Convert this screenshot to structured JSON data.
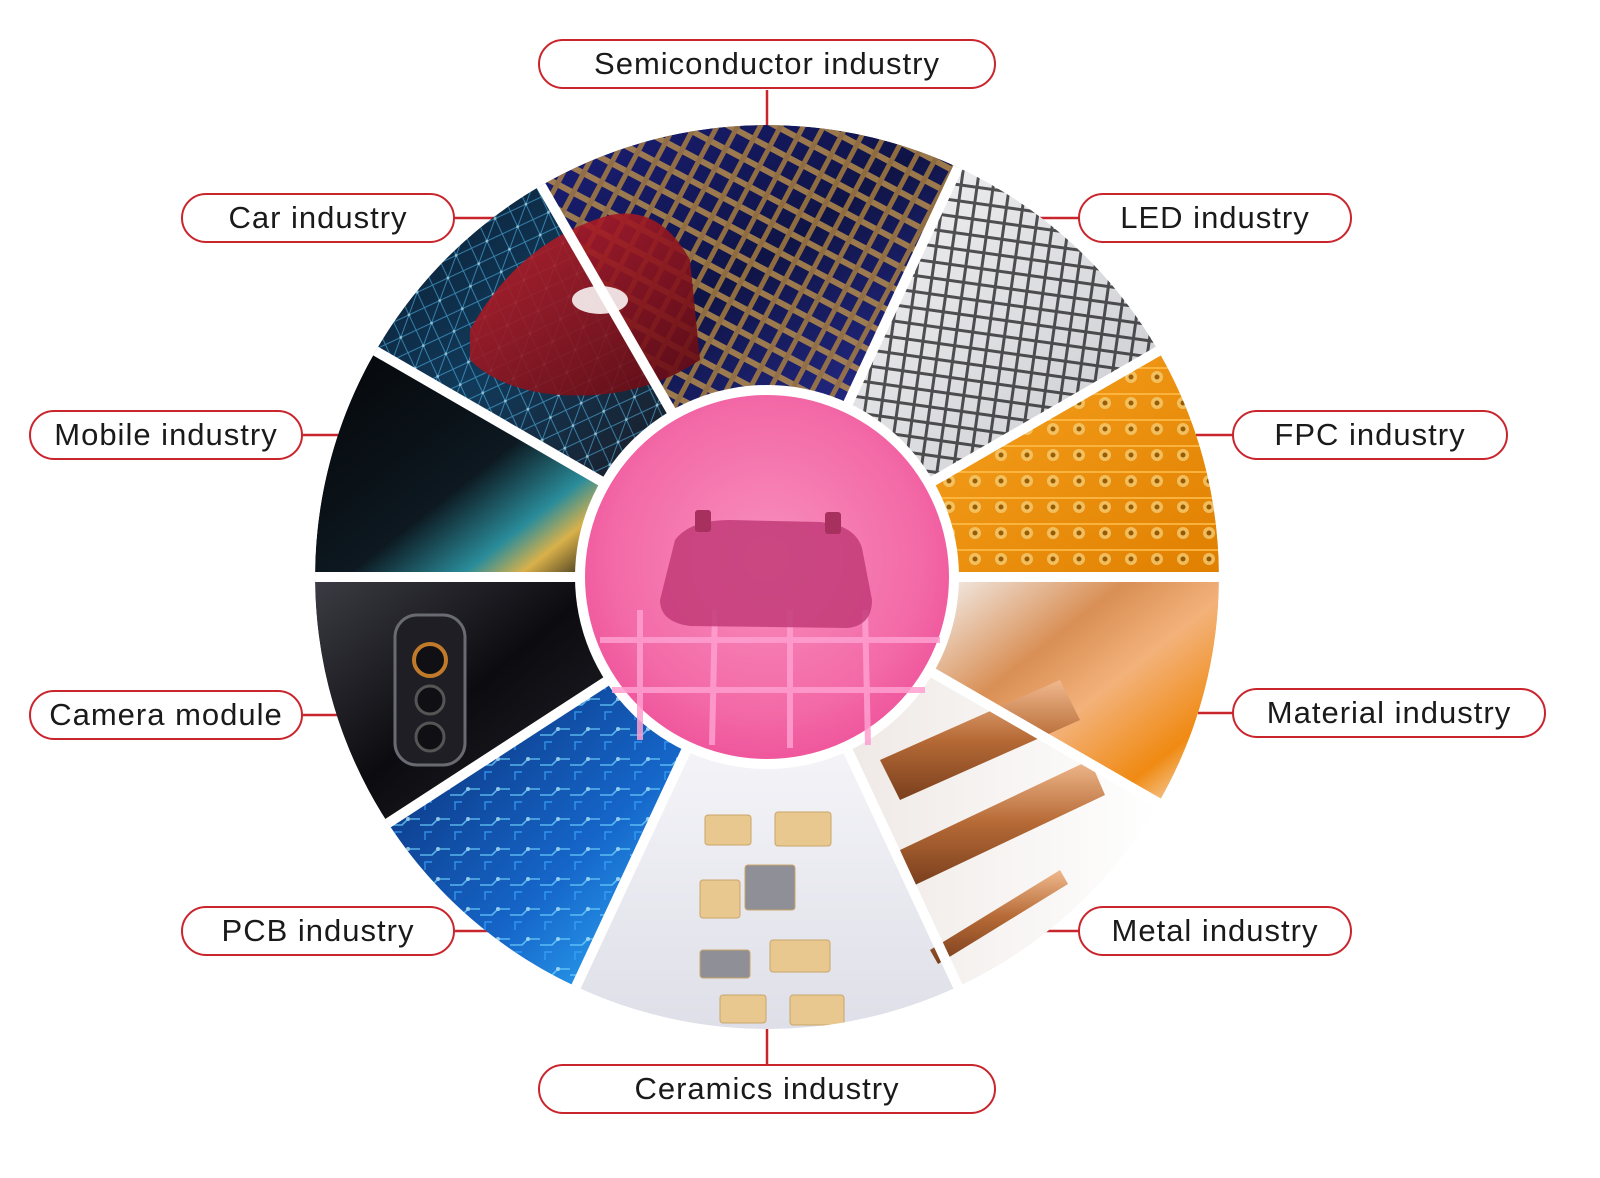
{
  "colors": {
    "accent": "#c9252d",
    "divider": "#ffffff",
    "center_glow": "#f36aa7"
  },
  "center": {
    "icon": "uv-curing-device-icon"
  },
  "segments": [
    {
      "label": "Semiconductor industry",
      "icon": "semiconductor-leadframe-icon"
    },
    {
      "label": "LED industry",
      "icon": "led-panel-icon"
    },
    {
      "label": "FPC industry",
      "icon": "flexible-circuit-icon"
    },
    {
      "label": "Material industry",
      "icon": "copper-foil-roll-icon"
    },
    {
      "label": "Metal industry",
      "icon": "copper-rod-icon"
    },
    {
      "label": "Ceramics industry",
      "icon": "ceramic-chip-icon"
    },
    {
      "label": "PCB industry",
      "icon": "pcb-board-icon"
    },
    {
      "label": "Camera module",
      "icon": "smartphone-camera-icon"
    },
    {
      "label": "Mobile industry",
      "icon": "smartphone-screen-icon"
    },
    {
      "label": "Car industry",
      "icon": "car-wireframe-icon"
    }
  ]
}
